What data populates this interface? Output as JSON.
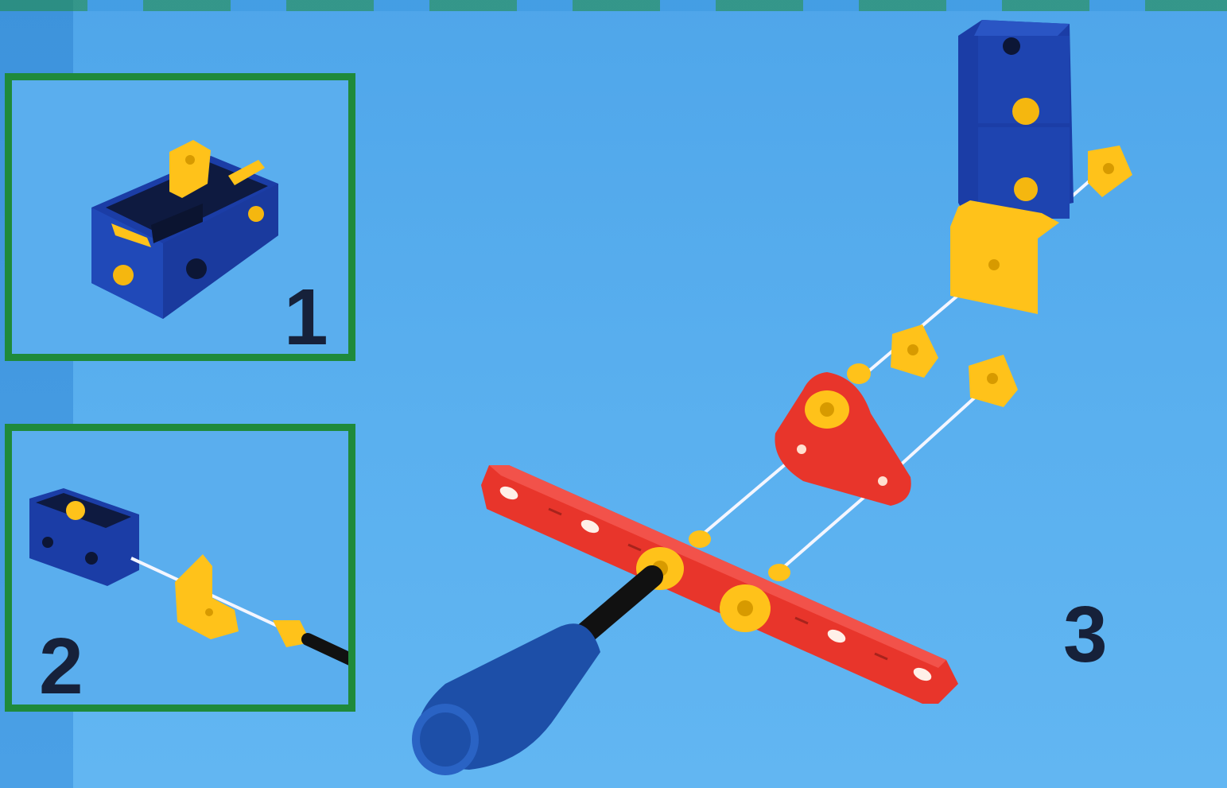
{
  "steps": [
    {
      "number": "1"
    },
    {
      "number": "2"
    },
    {
      "number": "3"
    }
  ],
  "colors": {
    "background": "#5ab0ef",
    "frame_border": "#1f8a3b",
    "block_blue": "#1c3fa8",
    "part_yellow": "#ffc21a",
    "part_red": "#e8352b",
    "handle_blue": "#1d4fa8"
  }
}
